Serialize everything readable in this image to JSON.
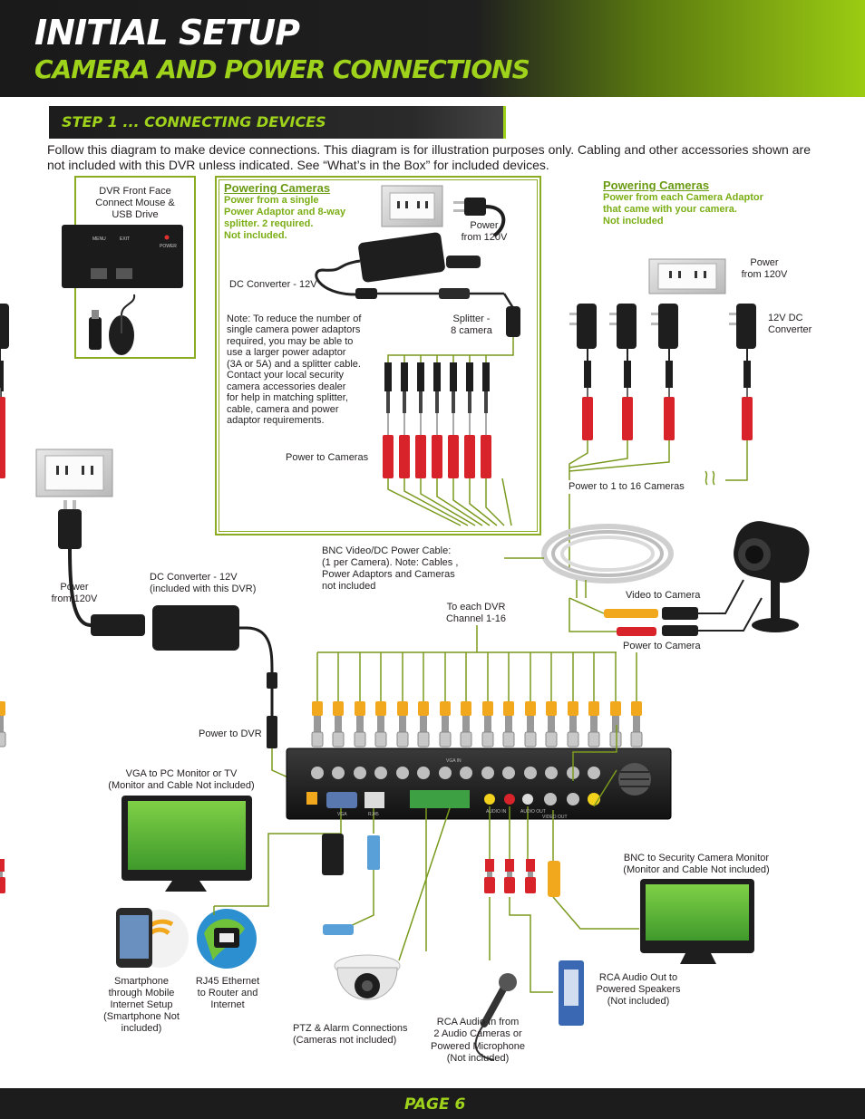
{
  "header": {
    "title": "Initial Setup",
    "subtitle": "Camera and Power Connections"
  },
  "step": {
    "label": "Step 1 ... Connecting Devices"
  },
  "intro": "Follow this diagram to make device connections. This diagram is for illustration purposes only. Cabling and other accessories shown are not included with this DVR unless indicated. See “What’s in the Box” for included devices.",
  "dvr_front": {
    "title": "DVR Front Face",
    "line2": "Connect Mouse &",
    "line3": "USB Drive",
    "btn_menu": "MENU",
    "btn_exit": "EXIT",
    "btn_power": "POWER"
  },
  "powering_a": {
    "heading": "Powering Cameras",
    "line1": "Power from a single",
    "line2": "Power Adaptor and 8-way",
    "line3": "splitter. 2 required.",
    "line4": "Not included.",
    "power_label1": "Power",
    "power_label2": "from 120V",
    "dc_converter": "DC Converter - 12V",
    "splitter1": "Splitter -",
    "splitter2": "8 camera",
    "note": [
      "Note: To reduce the number of",
      "single camera power adaptors",
      "required, you may be able to",
      "use a larger power adaptor",
      "(3A or 5A) and a splitter cable.",
      "Contact your local security",
      "camera accessories dealer",
      "for help in matching splitter,",
      "cable, camera and power",
      "adaptor requirements."
    ],
    "power_to_cameras": "Power to Cameras"
  },
  "powering_b": {
    "heading": "Powering Cameras",
    "line1": "Power from each Camera Adaptor",
    "line2": "that came with your camera.",
    "line3": "Not included",
    "power_label1": "Power",
    "power_label2": "from 120V",
    "converter1": "12V DC",
    "converter2": "Converter",
    "power_to_cams": "Power to 1 to 16 Cameras"
  },
  "left_power": {
    "line1": "Power",
    "line2": "from 120V"
  },
  "dvr_dc": {
    "line1": "DC Converter - 12V",
    "line2": "(included with this DVR)"
  },
  "bnc_cable": {
    "line1": "BNC Video/DC Power Cable:",
    "line2": "(1 per Camera). Note: Cables ,",
    "line3": "Power Adaptors and Cameras",
    "line4": "not included"
  },
  "to_dvr": {
    "line1": "To each DVR",
    "line2": "Channel 1-16"
  },
  "video_to_camera": "Video to Camera",
  "power_to_camera": "Power to Camera",
  "power_to_dvr": "Power to DVR",
  "vga": {
    "line1": "VGA to PC Monitor or TV",
    "line2": "(Monitor and Cable Not included)"
  },
  "dvr_rear": {
    "vga_in": "VGA IN",
    "vga": "VGA",
    "rj45": "RJ45",
    "audio_in": "AUDIO IN",
    "audio_out": "AUDIO OUT",
    "video_out": "VIDEO OUT"
  },
  "bnc_monitor": {
    "line1": "BNC to Security Camera Monitor",
    "line2": "(Monitor and Cable Not included)"
  },
  "smartphone": {
    "lines": [
      "Smartphone",
      "through Mobile",
      "Internet Setup",
      "(Smartphone Not",
      "included)"
    ]
  },
  "rj45": {
    "lines": [
      "RJ45 Ethernet",
      "to Router and",
      "Internet"
    ]
  },
  "ptz": {
    "line1": "PTZ & Alarm Connections",
    "line2": "(Cameras not included)"
  },
  "rca_in": {
    "lines": [
      "RCA Audio In from",
      "2 Audio Cameras or",
      "Powered Microphone",
      "(Not included)"
    ]
  },
  "rca_out": {
    "lines": [
      "RCA Audio Out to",
      "Powered Speakers",
      "(Not included)"
    ]
  },
  "footer": {
    "page": "Page 6"
  },
  "colors": {
    "accent": "#9fd21a",
    "dark": "#1c1c1c",
    "line": "#8aab22",
    "connector": "#f2a81d",
    "red": "#d8232a",
    "screen": "#5fb43a"
  }
}
